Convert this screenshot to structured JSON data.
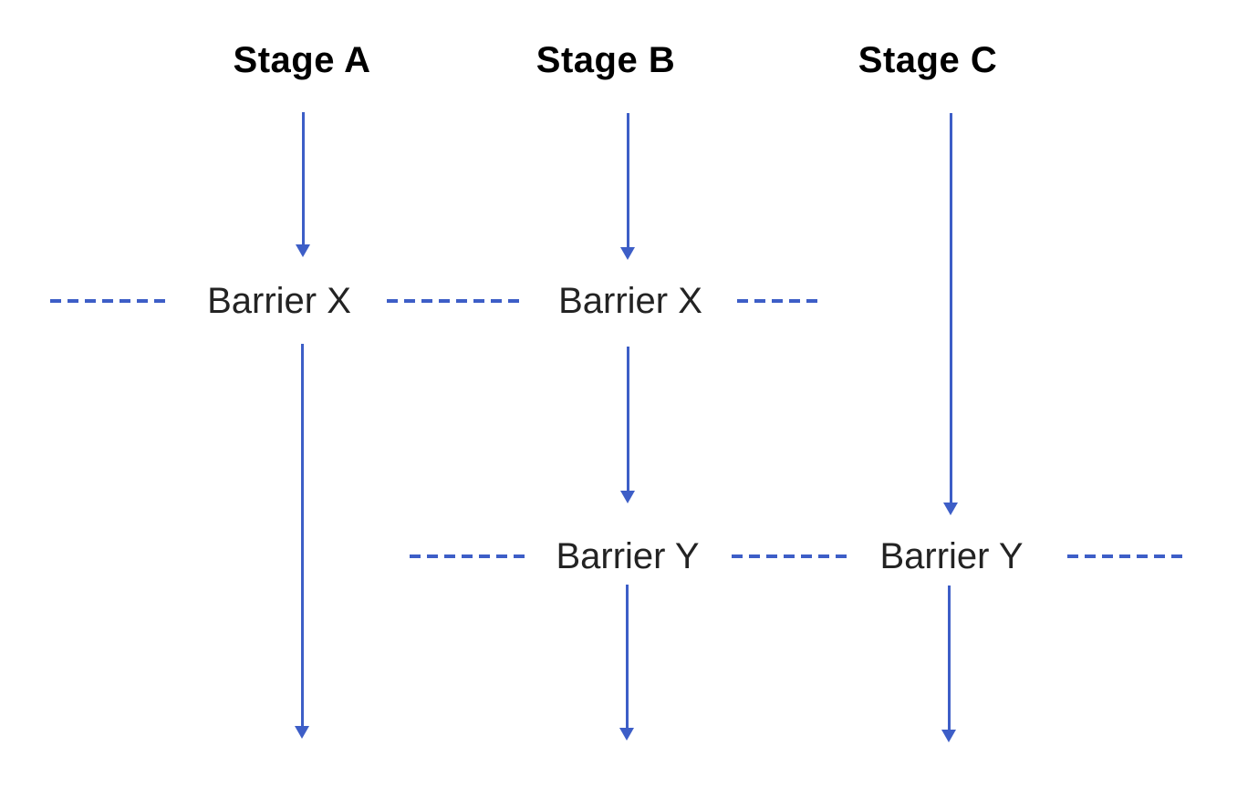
{
  "diagram": {
    "stages": [
      {
        "label": "Stage A"
      },
      {
        "label": "Stage B"
      },
      {
        "label": "Stage C"
      }
    ],
    "barriers": {
      "x": {
        "label": "Barrier X"
      },
      "y": {
        "label": "Barrier Y"
      }
    },
    "colors": {
      "arrow": "#3d5ec7",
      "stage_title": "#000000",
      "barrier_label": "#232323",
      "background": "#ffffff"
    }
  }
}
